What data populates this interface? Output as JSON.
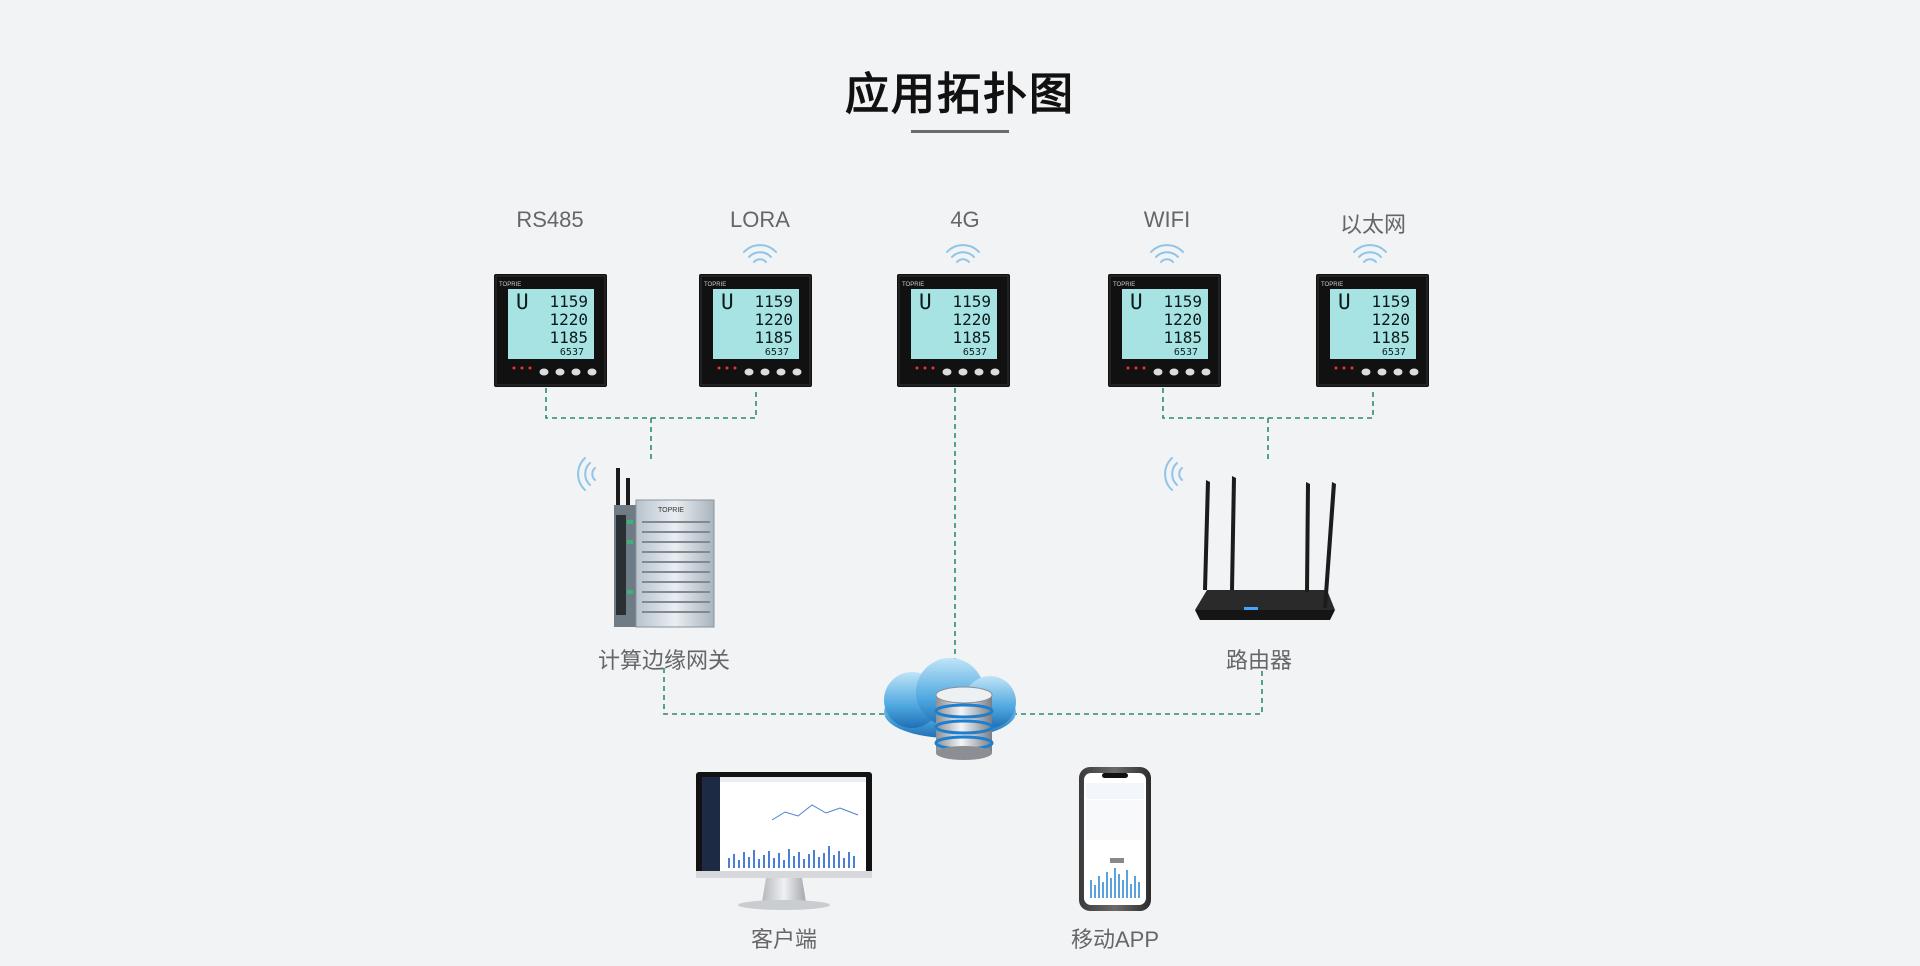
{
  "title": "应用拓扑图",
  "meters": [
    {
      "protocol": "RS485",
      "brand": "TOPRIE",
      "readings": [
        "1159",
        "1220",
        "1185",
        "6537"
      ],
      "symbol": "U",
      "wireless": false
    },
    {
      "protocol": "LORA",
      "brand": "TOPRIE",
      "readings": [
        "1159",
        "1220",
        "1185",
        "6537"
      ],
      "symbol": "U",
      "wireless": true
    },
    {
      "protocol": "4G",
      "brand": "TOPRIE",
      "readings": [
        "1159",
        "1220",
        "1185",
        "6537"
      ],
      "symbol": "U",
      "wireless": true
    },
    {
      "protocol": "WIFI",
      "brand": "TOPRIE",
      "readings": [
        "1159",
        "1220",
        "1185",
        "6537"
      ],
      "symbol": "U",
      "wireless": true
    },
    {
      "protocol": "以太网",
      "brand": "TOPRIE",
      "readings": [
        "1159",
        "1220",
        "1185",
        "6537"
      ],
      "symbol": "U",
      "wireless": true
    }
  ],
  "gateway": {
    "label": "计算边缘网关",
    "brand": "TOPRIE"
  },
  "router": {
    "label": "路由器"
  },
  "endpoints": {
    "client": "客户端",
    "mobile": "移动APP"
  },
  "colors": {
    "link": "#2e8b6f",
    "signal": "#8ec5e8",
    "screen": "#a8e3e3",
    "background": "#f1f3f5"
  }
}
